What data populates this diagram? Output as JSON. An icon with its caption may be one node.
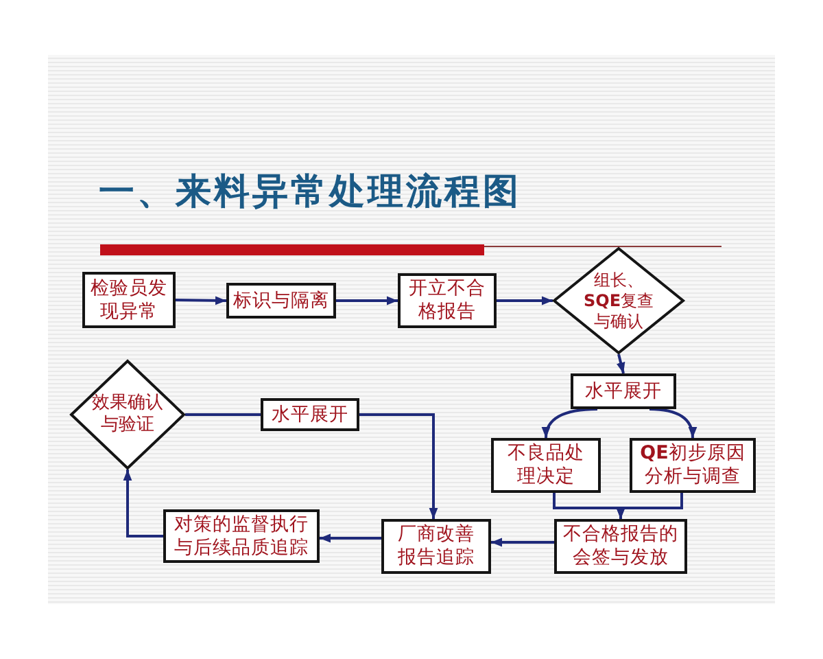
{
  "diagram": {
    "title": "一、来料异常处理流程图",
    "nodes": [
      {
        "text": [
          "检验员发现异常"
        ]
      },
      {
        "text": [
          "标识与隔离"
        ]
      },
      {
        "text": [
          "开立不合格报告"
        ]
      },
      {
        "text": [
          "组长、**SQE**复查与确认"
        ]
      },
      {
        "text": [
          "水平展开"
        ]
      },
      {
        "text": [
          "不良品处理决定"
        ]
      },
      {
        "text": [
          "**QE**初步原因分析与调查"
        ]
      },
      {
        "text": [
          "不合格报告的会签与发放"
        ]
      },
      {
        "text": [
          "厂商改善报告追踪"
        ]
      },
      {
        "text": [
          "对策的监督执行与后续品质追踪"
        ]
      },
      {
        "text": [
          "效果确认与验证"
        ]
      },
      {
        "text": [
          "水平展开"
        ]
      }
    ],
    "edges": [
      {
        "from": 0,
        "to": 1,
        "arrow": "to"
      },
      {
        "from": 1,
        "to": 2,
        "arrow": "to"
      },
      {
        "from": 2,
        "to": 3,
        "arrow": "to"
      },
      {
        "from": 3,
        "to": 4,
        "arrow": "to"
      },
      {
        "from": 4,
        "to": 5,
        "arrow": "to"
      },
      {
        "from": 4,
        "to": 6,
        "arrow": "to"
      },
      {
        "from": 5,
        "to": 7,
        "arrow": "to"
      },
      {
        "from": 6,
        "to": 7,
        "arrow": "to"
      },
      {
        "from": 7,
        "to": 8,
        "arrow": "to"
      },
      {
        "from": 8,
        "to": 9,
        "arrow": "to"
      },
      {
        "from": 9,
        "to": 10,
        "arrow": "to"
      },
      {
        "from": 10,
        "to": 11,
        "arrow": "none"
      },
      {
        "from": 11,
        "to": 8,
        "arrow": "to"
      }
    ]
  }
}
